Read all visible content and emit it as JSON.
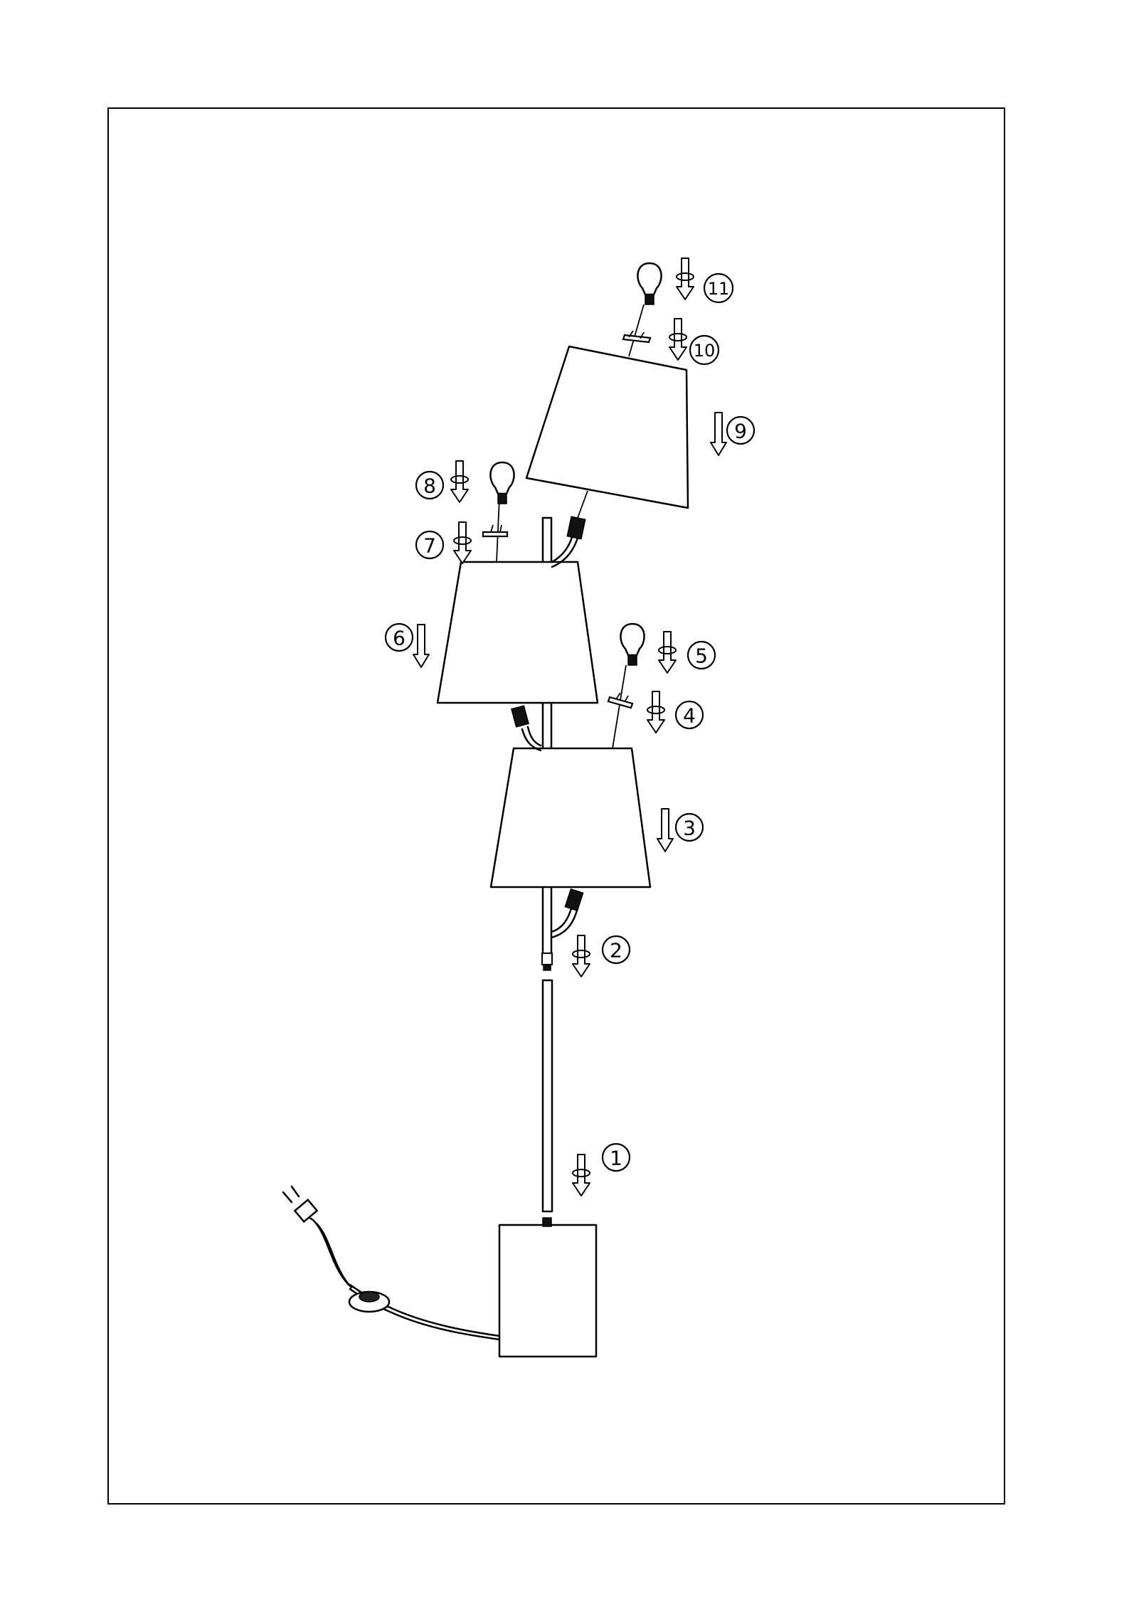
{
  "steps": [
    {
      "id": "1",
      "label": "1"
    },
    {
      "id": "2",
      "label": "2"
    },
    {
      "id": "3",
      "label": "3"
    },
    {
      "id": "4",
      "label": "4"
    },
    {
      "id": "5",
      "label": "5"
    },
    {
      "id": "6",
      "label": "6"
    },
    {
      "id": "7",
      "label": "7"
    },
    {
      "id": "8",
      "label": "8"
    },
    {
      "id": "9",
      "label": "9"
    },
    {
      "id": "10",
      "label": "10"
    },
    {
      "id": "11",
      "label": "11"
    }
  ],
  "colors": {
    "line": "#000000",
    "background": "#ffffff"
  },
  "icons": [
    "bulb-icon",
    "rotate-arrow-icon",
    "down-arrow-icon",
    "plug-icon",
    "foot-switch-icon"
  ]
}
